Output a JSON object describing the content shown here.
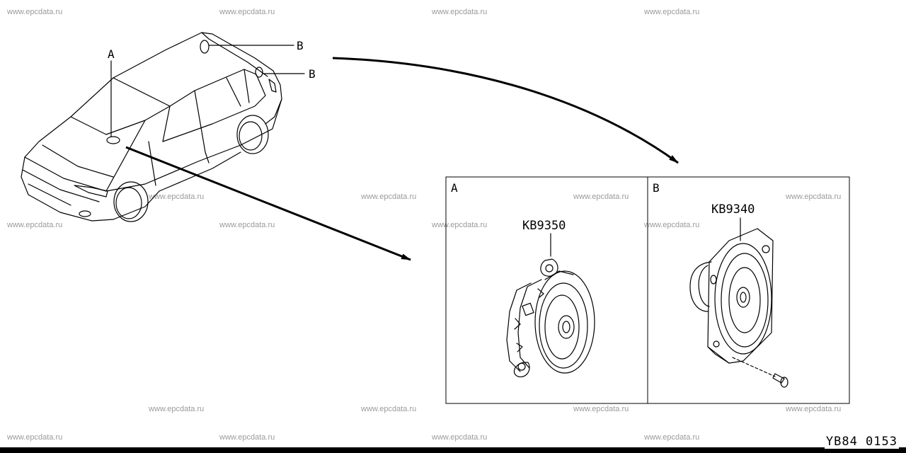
{
  "watermark_text": "www.epcdata.ru",
  "callouts": {
    "car_location_a": "A",
    "car_location_b1": "B",
    "car_location_b2": "B"
  },
  "panels": {
    "a": {
      "label": "A",
      "part_number": "KB9350"
    },
    "b": {
      "label": "B",
      "part_number": "KB9340"
    }
  },
  "diagram_code": "YB84 0153"
}
